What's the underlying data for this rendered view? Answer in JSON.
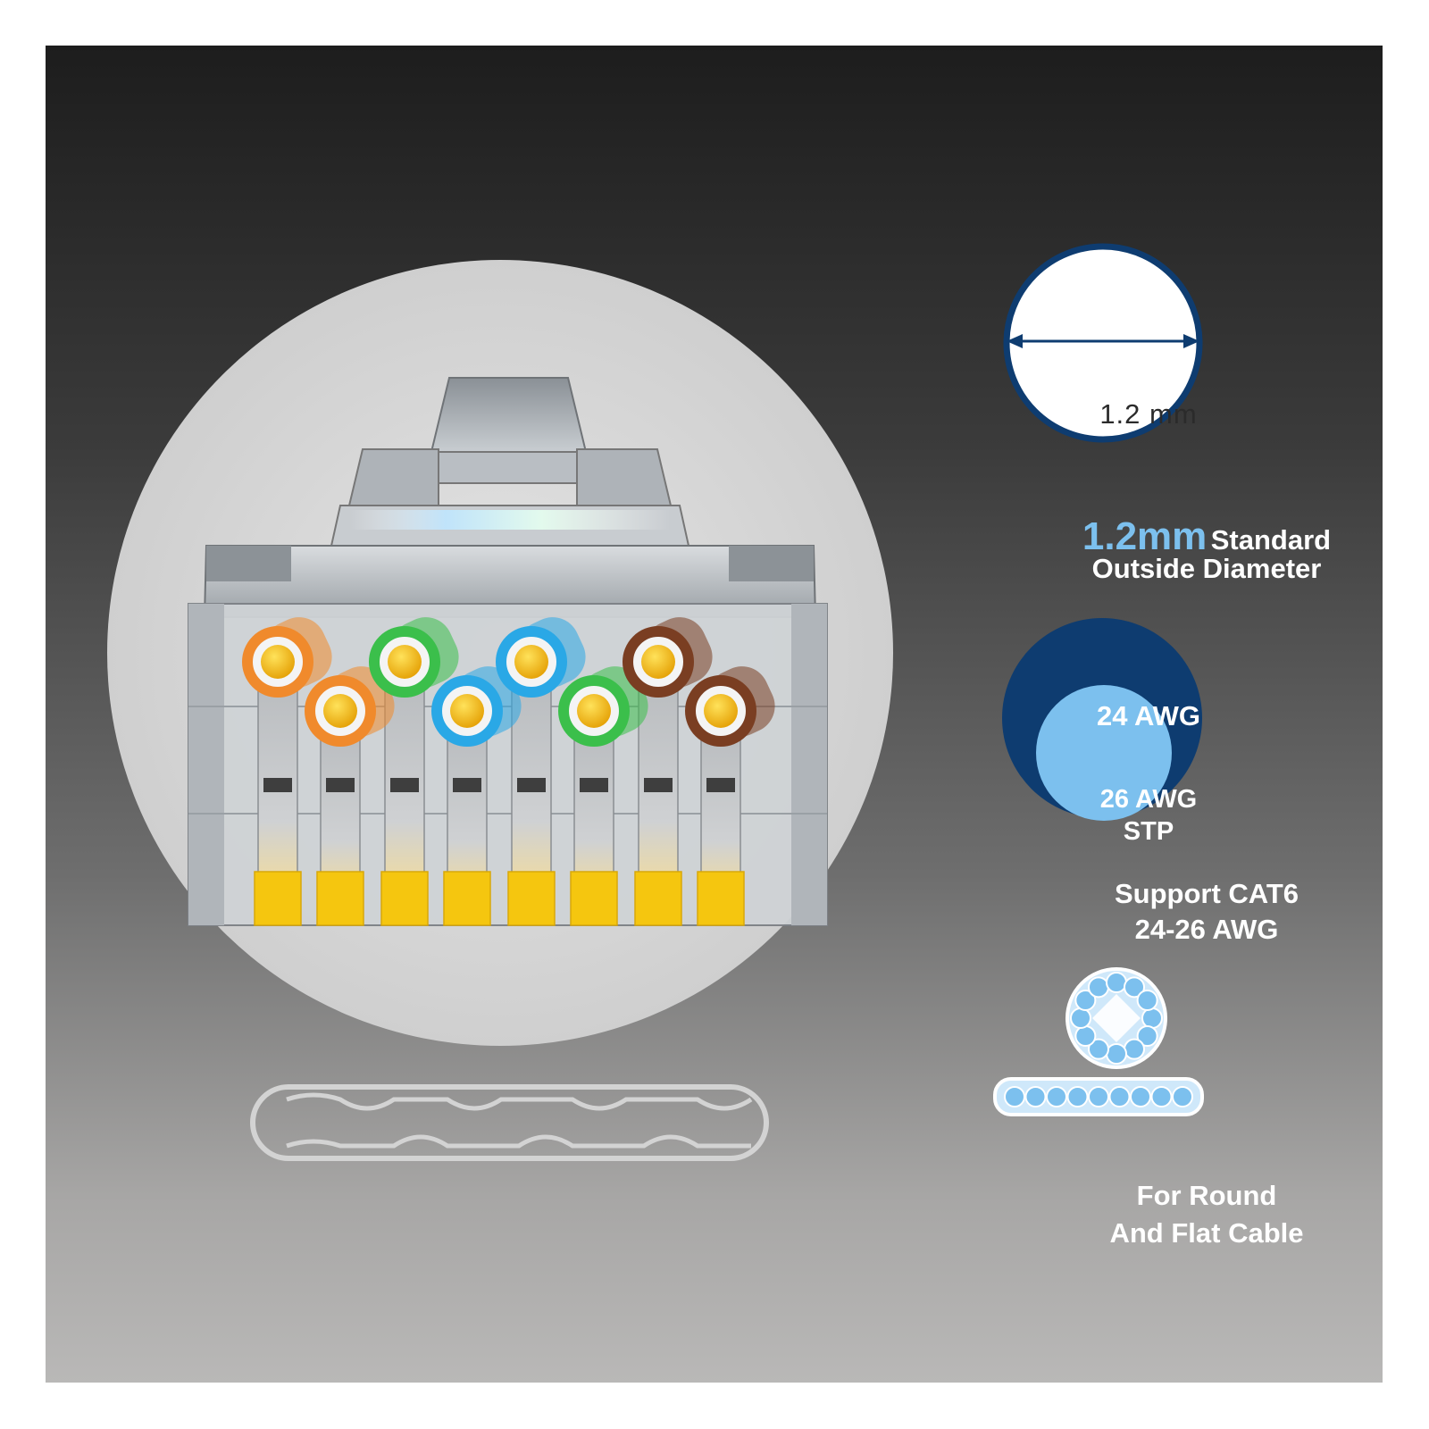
{
  "icons": {
    "connector": "rj45-connector-icon",
    "diameter": "diameter-circle-icon",
    "awg": "awg-circle-icon",
    "round_cable": "round-cable-cross-section-icon",
    "flat_cable": "flat-cable-cross-section-icon",
    "pass_through": "pass-through-holes-icon"
  },
  "colors": {
    "accent_blue": "#7cc0ee",
    "navy": "#0e3c70",
    "gold": "#f5c60f"
  },
  "diameter": {
    "measure": "1.2 mm",
    "value": "1.2mm",
    "word": "Standard",
    "caption": "Outside Diameter"
  },
  "awg": {
    "outer": "24 AWG",
    "inner_line1": "26 AWG",
    "inner_line2": "STP",
    "caption_line1": "Support CAT6",
    "caption_line2": "24-26 AWG"
  },
  "cable": {
    "caption_line1": "For Round",
    "caption_line2": "And Flat Cable"
  },
  "wire_colors": [
    "#f08a2c",
    "#f08a2c",
    "#3bbf4b",
    "#2aa8e6",
    "#2aa8e6",
    "#3bbf4b",
    "#7a3e22",
    "#7a3e22"
  ]
}
